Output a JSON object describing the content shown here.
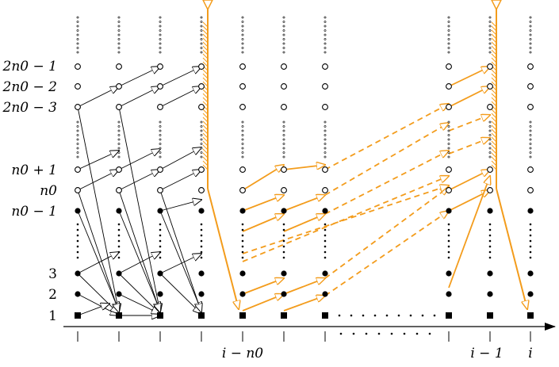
{
  "row_labels": {
    "r1": "1",
    "r2": "2",
    "r3": "3",
    "n0m1": "n0 − 1",
    "n0": "n0",
    "n0p1": "n0 + 1",
    "t3": "2n0 − 3",
    "t2": "2n0 − 2",
    "t1": "2n0 − 1"
  },
  "axis_labels": {
    "i_minus_n0": "i − n0",
    "i_minus_1": "i − 1",
    "i": "i"
  },
  "colors": {
    "ink": "#000000",
    "accent": "#f39c1c"
  }
}
